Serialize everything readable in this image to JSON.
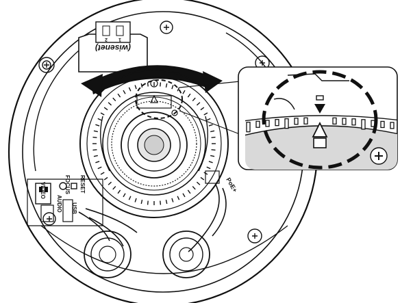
{
  "labels": {
    "brand": "(wisenet)",
    "video": "VIDEO",
    "focus": "FOCUS",
    "reset": "RESET",
    "audio": "AUDIO",
    "poe": "PoE+",
    "usb": "USB",
    "switch_1": "1",
    "switch_2": "2"
  }
}
